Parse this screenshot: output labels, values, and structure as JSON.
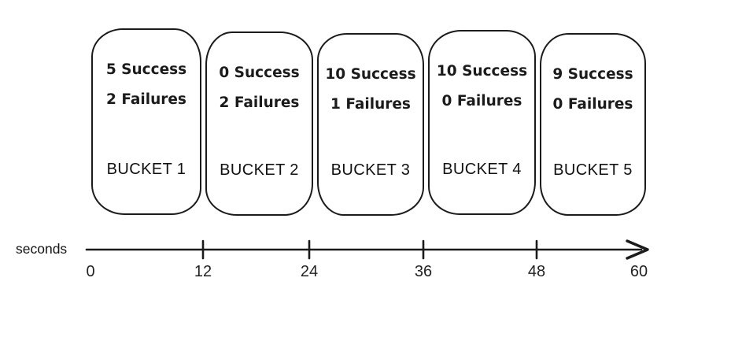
{
  "buckets": [
    {
      "success": "5 Success",
      "failures": "2 Failures",
      "label": "BUCKET 1"
    },
    {
      "success": "0 Success",
      "failures": "2 Failures",
      "label": "BUCKET 2"
    },
    {
      "success": "10 Success",
      "failures": "1 Failures",
      "label": "BUCKET 3"
    },
    {
      "success": "10 Success",
      "failures": "0 Failures",
      "label": "BUCKET 4"
    },
    {
      "success": "9 Success",
      "failures": "0 Failures",
      "label": "BUCKET 5"
    }
  ],
  "axis": {
    "label": "seconds",
    "tick_labels": [
      "0",
      "12",
      "24",
      "36",
      "48",
      "60"
    ]
  },
  "colors": {
    "stroke": "#1b1b1b",
    "background": "#ffffff"
  }
}
